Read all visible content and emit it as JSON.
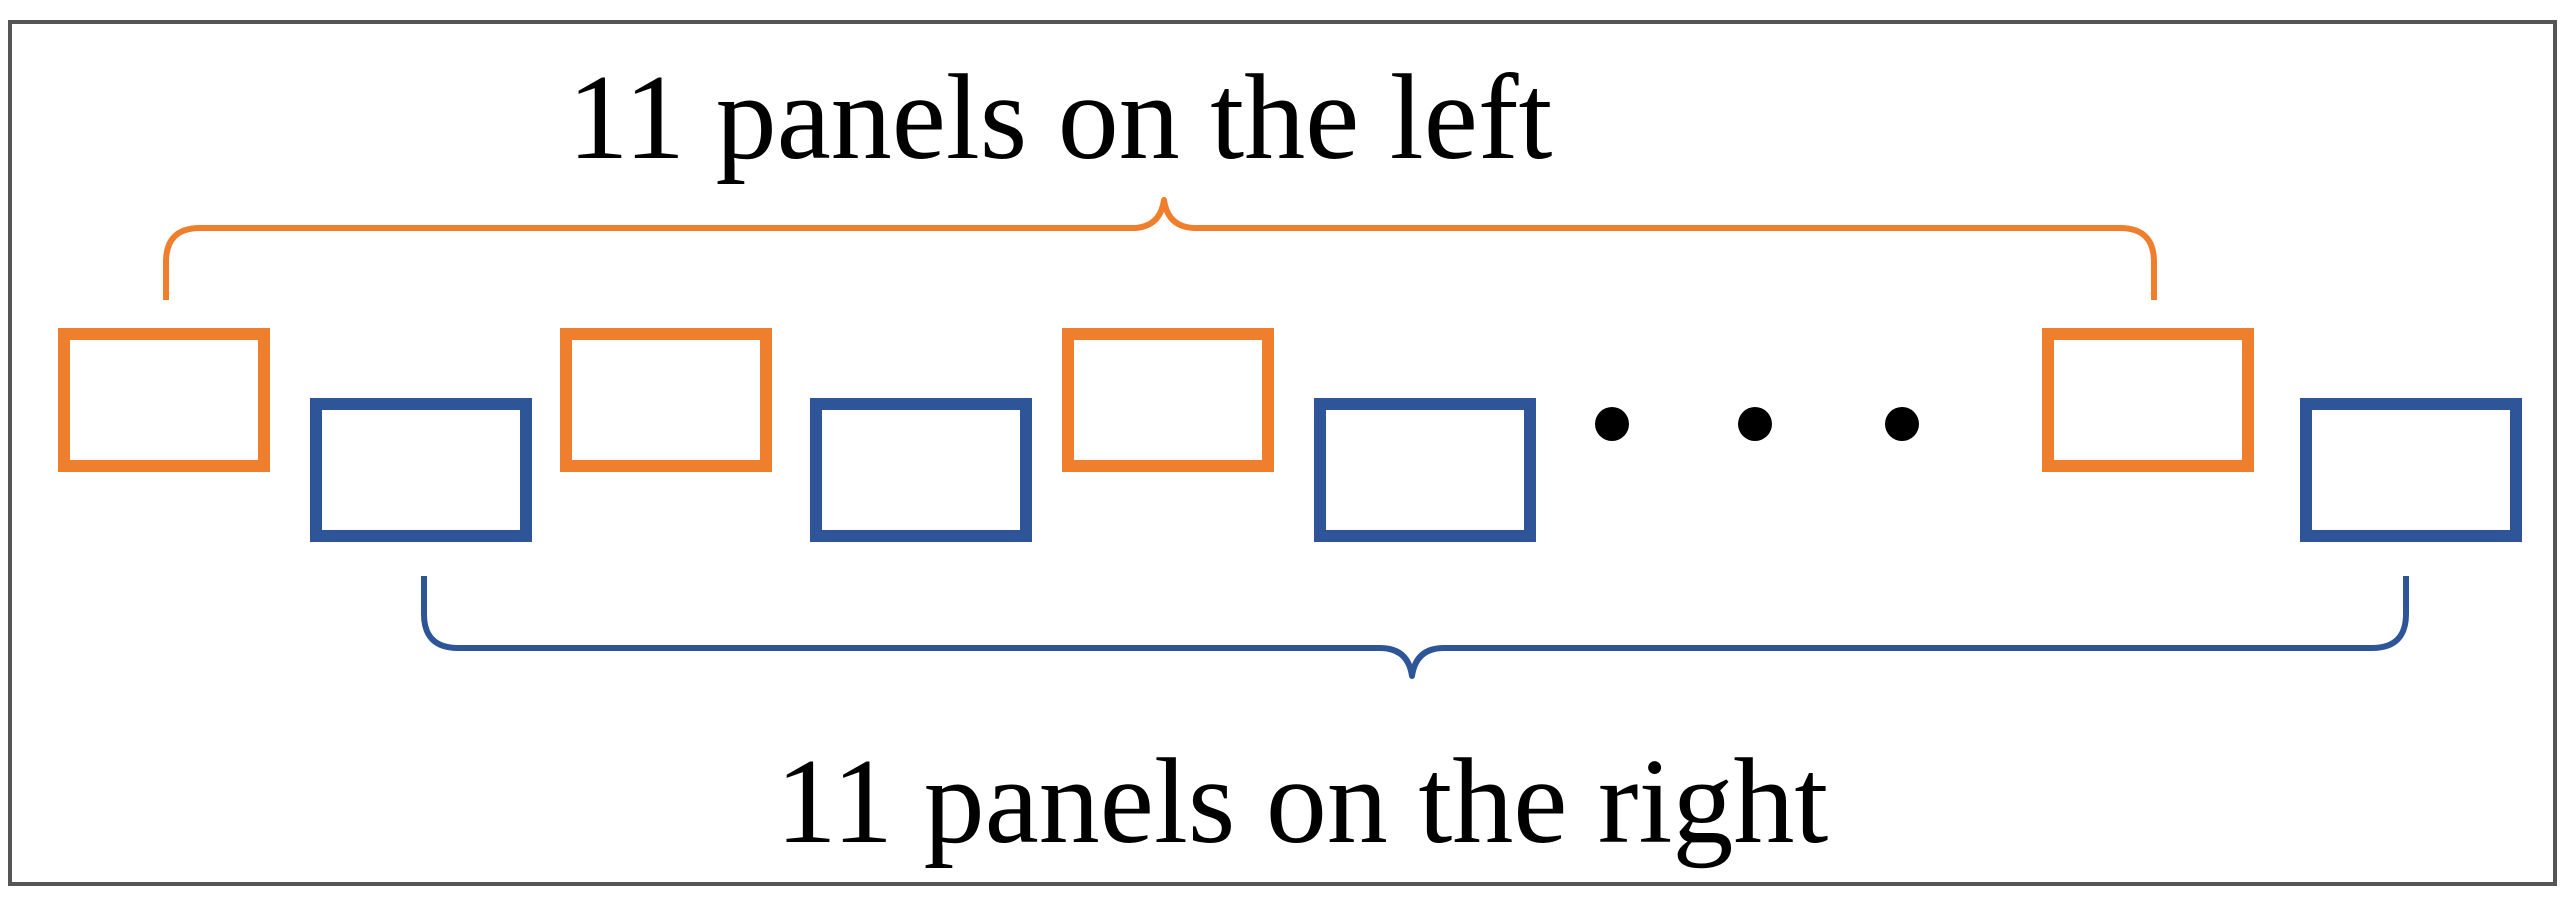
{
  "top_label": "11 panels on the left",
  "bottom_label": "11 panels on the right",
  "colors": {
    "left_panels": "#f07f2d",
    "right_panels": "#2e5597",
    "frame": "#555555",
    "text": "#000000",
    "dots": "#000000"
  },
  "panels": [
    {
      "group": "left"
    },
    {
      "group": "right"
    },
    {
      "group": "left"
    },
    {
      "group": "right"
    },
    {
      "group": "left"
    },
    {
      "group": "right"
    },
    {
      "group": "ellipsis"
    },
    {
      "group": "left"
    },
    {
      "group": "right"
    }
  ]
}
